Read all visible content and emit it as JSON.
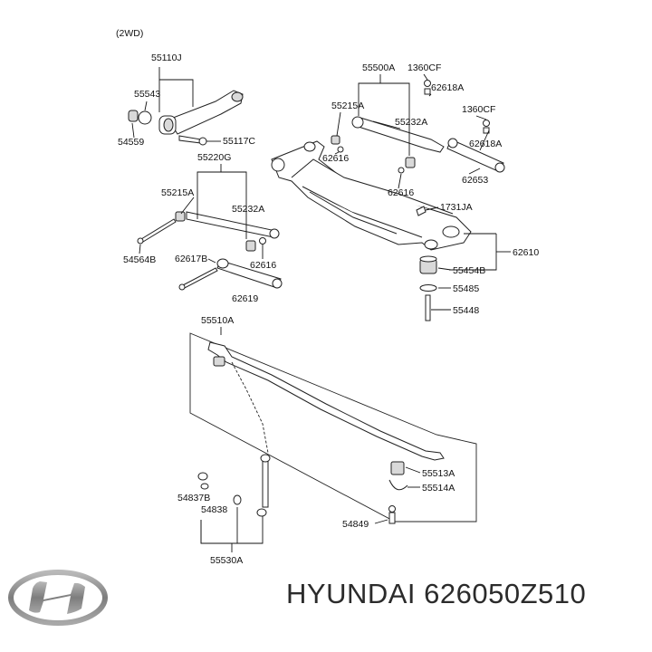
{
  "diagram": {
    "variant_note": "(2WD)",
    "parts": [
      {
        "id": "p1",
        "label": "55110J"
      },
      {
        "id": "p2",
        "label": "55543"
      },
      {
        "id": "p3",
        "label": "54559"
      },
      {
        "id": "p4",
        "label": "55117C"
      },
      {
        "id": "p5",
        "label": "55220G"
      },
      {
        "id": "p6",
        "label": "55215A"
      },
      {
        "id": "p7",
        "label": "55232A"
      },
      {
        "id": "p8",
        "label": "54564B"
      },
      {
        "id": "p9",
        "label": "62617B"
      },
      {
        "id": "p10",
        "label": "62616"
      },
      {
        "id": "p11",
        "label": "62619"
      },
      {
        "id": "p12",
        "label": "55500A"
      },
      {
        "id": "p13",
        "label": "1360CF"
      },
      {
        "id": "p14",
        "label": "62618A"
      },
      {
        "id": "p15",
        "label": "55215A"
      },
      {
        "id": "p16",
        "label": "55232A"
      },
      {
        "id": "p17",
        "label": "62616"
      },
      {
        "id": "p18",
        "label": "1360CF"
      },
      {
        "id": "p19",
        "label": "62618A"
      },
      {
        "id": "p20",
        "label": "62616"
      },
      {
        "id": "p21",
        "label": "62653"
      },
      {
        "id": "p22",
        "label": "1731JA"
      },
      {
        "id": "p23",
        "label": "62610"
      },
      {
        "id": "p24",
        "label": "55454B"
      },
      {
        "id": "p25",
        "label": "55485"
      },
      {
        "id": "p26",
        "label": "55448"
      },
      {
        "id": "p27",
        "label": "55510A"
      },
      {
        "id": "p28",
        "label": "55513A"
      },
      {
        "id": "p29",
        "label": "55514A"
      },
      {
        "id": "p30",
        "label": "54849"
      },
      {
        "id": "p31",
        "label": "54837B"
      },
      {
        "id": "p32",
        "label": "54838"
      },
      {
        "id": "p33",
        "label": "55530A"
      }
    ]
  },
  "brand": {
    "name": "HYUNDAI",
    "part_number": "626050Z510"
  },
  "logo": {
    "icon": "hyundai-logo-icon",
    "color": "#8a8a8a"
  }
}
